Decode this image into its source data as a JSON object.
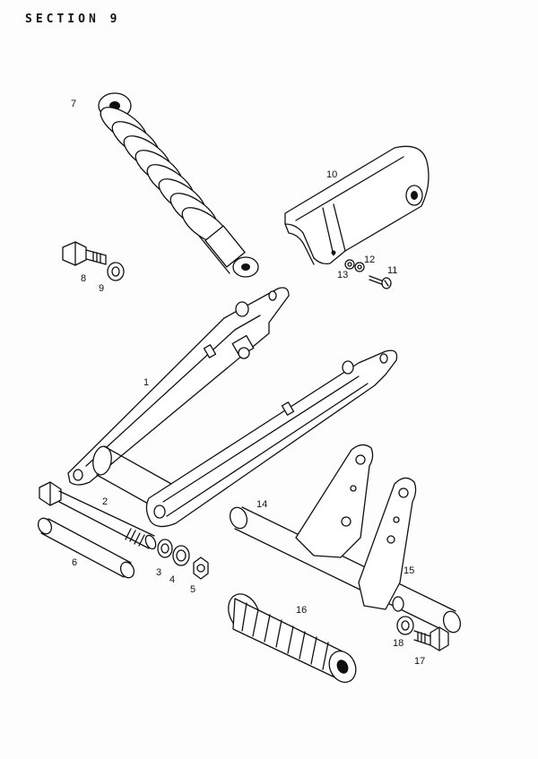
{
  "header": {
    "title": "SECTION 9"
  },
  "callouts": [
    {
      "id": "1",
      "part": "swinging-arm"
    },
    {
      "id": "2",
      "part": "pivot-spindle"
    },
    {
      "id": "3",
      "part": "washer"
    },
    {
      "id": "4",
      "part": "washer"
    },
    {
      "id": "5",
      "part": "nut"
    },
    {
      "id": "6",
      "part": "bush"
    },
    {
      "id": "7",
      "part": "suspension-unit"
    },
    {
      "id": "8",
      "part": "bolt"
    },
    {
      "id": "9",
      "part": "washer"
    },
    {
      "id": "10",
      "part": "chain-guard"
    },
    {
      "id": "11",
      "part": "screw"
    },
    {
      "id": "12",
      "part": "washer"
    },
    {
      "id": "13",
      "part": "washer"
    },
    {
      "id": "14",
      "part": "footrest-bar"
    },
    {
      "id": "15",
      "part": "footrest-bracket"
    },
    {
      "id": "16",
      "part": "footrest-rubber"
    },
    {
      "id": "17",
      "part": "bolt"
    },
    {
      "id": "18",
      "part": "washer"
    }
  ]
}
